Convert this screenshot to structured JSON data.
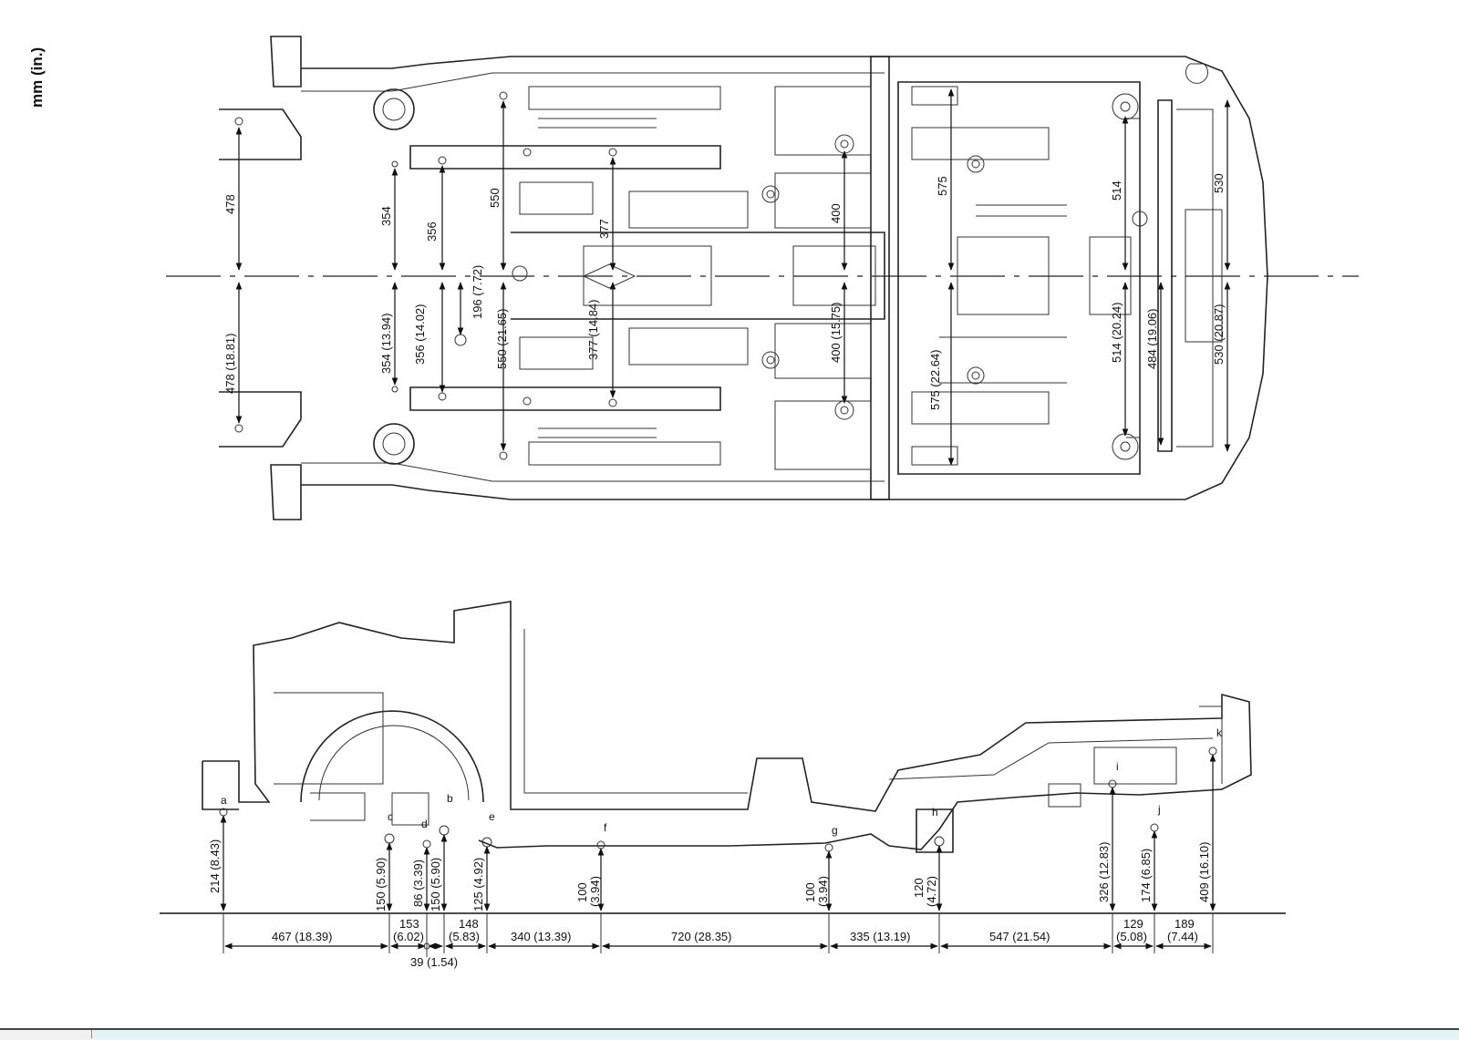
{
  "units_label": "mm (in.)",
  "top_view": {
    "dims": [
      {
        "id": "t478u",
        "text": "478"
      },
      {
        "id": "t478l",
        "text": "478 (18.81)"
      },
      {
        "id": "t354u",
        "text": "354"
      },
      {
        "id": "t354l",
        "text": "354 (13.94)"
      },
      {
        "id": "t356u",
        "text": "356"
      },
      {
        "id": "t356l",
        "text": "356 (14.02)"
      },
      {
        "id": "t196",
        "text": "196 (7.72)"
      },
      {
        "id": "t550u",
        "text": "550"
      },
      {
        "id": "t550l",
        "text": "550 (21.65)"
      },
      {
        "id": "t377u",
        "text": "377"
      },
      {
        "id": "t377l",
        "text": "377 (14.84)"
      },
      {
        "id": "t400u",
        "text": "400"
      },
      {
        "id": "t400l",
        "text": "400 (15.75)"
      },
      {
        "id": "t575u",
        "text": "575"
      },
      {
        "id": "t575l",
        "text": "575 (22.64)"
      },
      {
        "id": "t514u",
        "text": "514"
      },
      {
        "id": "t514l",
        "text": "514 (20.24)"
      },
      {
        "id": "t484",
        "text": "484 (19.06)"
      },
      {
        "id": "t530u",
        "text": "530"
      },
      {
        "id": "t530l",
        "text": "530 (20.87)"
      }
    ]
  },
  "side_view": {
    "points": [
      "a",
      "b",
      "c",
      "d",
      "e",
      "f",
      "g",
      "h",
      "i",
      "j",
      "k"
    ],
    "heights": [
      {
        "id": "ha",
        "text": "214 (8.43)"
      },
      {
        "id": "hc",
        "text": "150 (5.90)"
      },
      {
        "id": "hd",
        "text": "86 (3.39)"
      },
      {
        "id": "hb",
        "text": "150 (5.90)"
      },
      {
        "id": "he",
        "text": "125 (4.92)"
      },
      {
        "id": "hf1",
        "text": "100"
      },
      {
        "id": "hf2",
        "text": "(3.94)"
      },
      {
        "id": "hg1",
        "text": "100"
      },
      {
        "id": "hg2",
        "text": "(3.94)"
      },
      {
        "id": "hh1",
        "text": "120"
      },
      {
        "id": "hh2",
        "text": "(4.72)"
      },
      {
        "id": "hi",
        "text": "326 (12.83)"
      },
      {
        "id": "hj",
        "text": "174 (6.85)"
      },
      {
        "id": "hk",
        "text": "409 (16.10)"
      }
    ],
    "lengths": [
      {
        "id": "l1",
        "text": "467 (18.39)"
      },
      {
        "id": "l2a",
        "text": "153"
      },
      {
        "id": "l2b",
        "text": "(6.02)"
      },
      {
        "id": "l3",
        "text": "39 (1.54)"
      },
      {
        "id": "l4a",
        "text": "148"
      },
      {
        "id": "l4b",
        "text": "(5.83)"
      },
      {
        "id": "l5",
        "text": "340 (13.39)"
      },
      {
        "id": "l6",
        "text": "720 (28.35)"
      },
      {
        "id": "l7",
        "text": "335 (13.19)"
      },
      {
        "id": "l8",
        "text": "547 (21.54)"
      },
      {
        "id": "l9a",
        "text": "129"
      },
      {
        "id": "l9b",
        "text": "(5.08)"
      },
      {
        "id": "l10a",
        "text": "189"
      },
      {
        "id": "l10b",
        "text": "(7.44)"
      }
    ]
  }
}
